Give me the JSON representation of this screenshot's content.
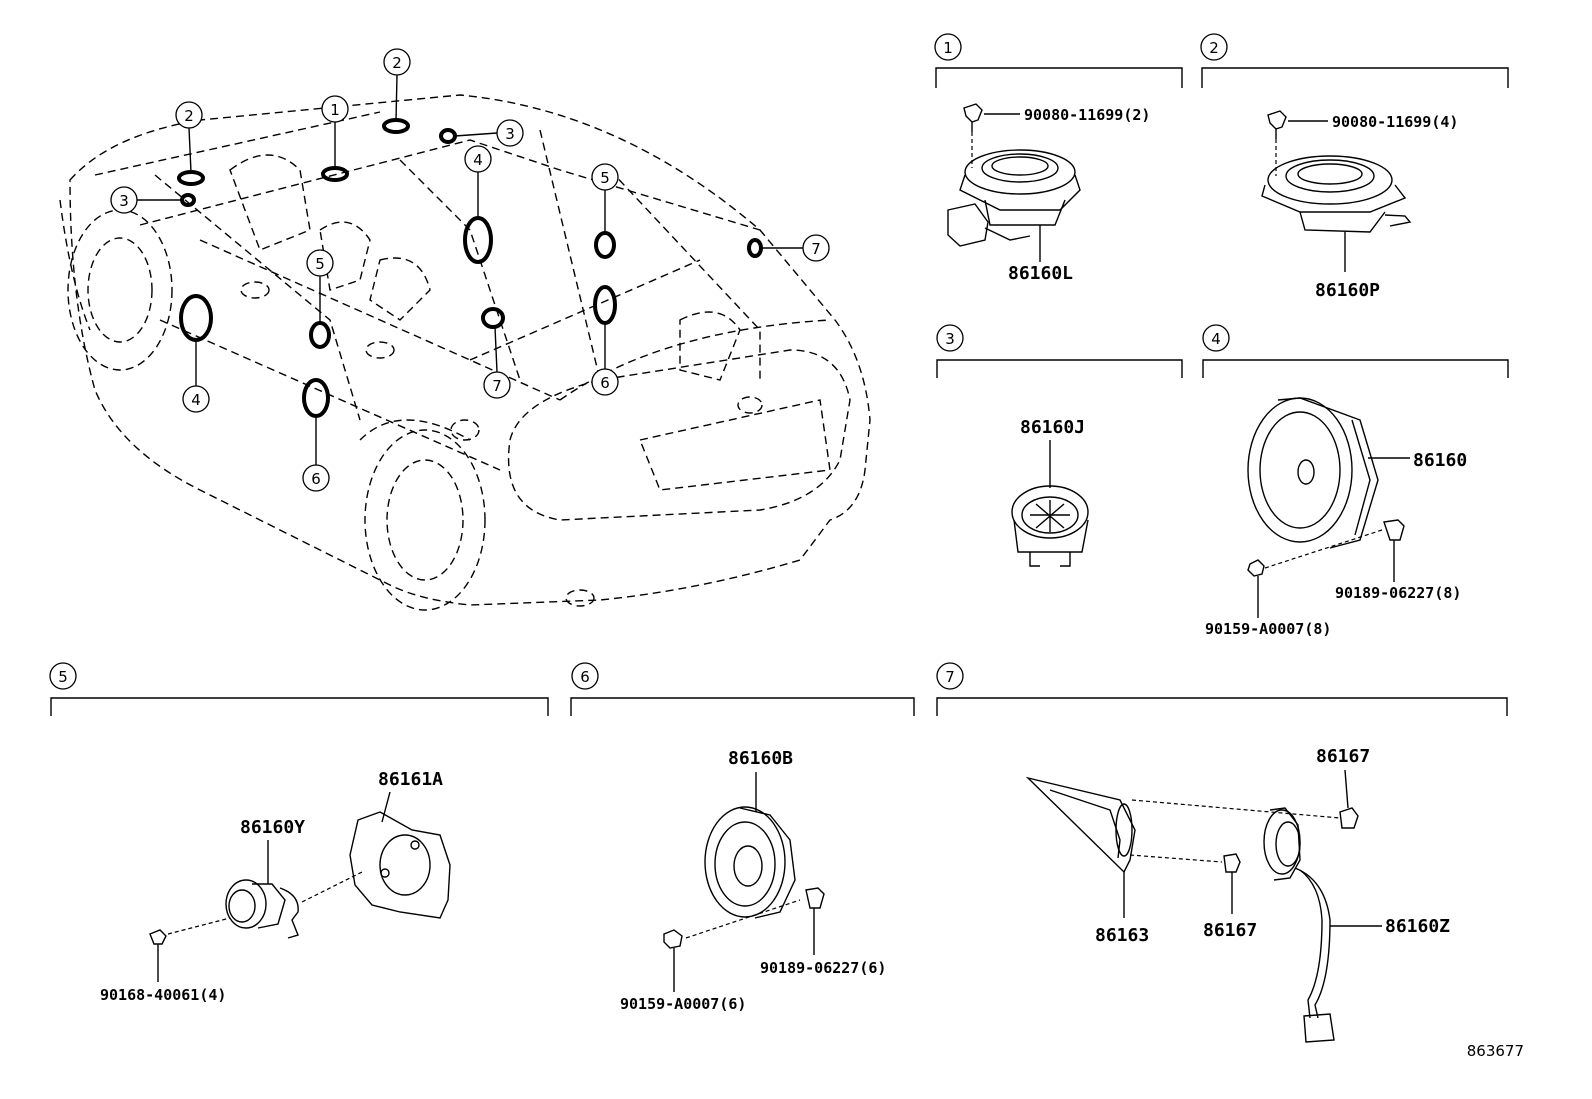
{
  "callouts": [
    "1",
    "2",
    "3",
    "4",
    "5",
    "6",
    "7"
  ],
  "groups": {
    "g1": {
      "num": "1",
      "parts": {
        "bolt": "90080-11699(2)",
        "speaker": "86160L"
      }
    },
    "g2": {
      "num": "2",
      "parts": {
        "bolt": "90080-11699(4)",
        "speaker": "86160P"
      }
    },
    "g3": {
      "num": "3",
      "parts": {
        "speaker": "86160J"
      }
    },
    "g4": {
      "num": "4",
      "parts": {
        "speaker": "86160",
        "clip": "90189-06227(8)",
        "screw": "90159-A0007(8)"
      }
    },
    "g5": {
      "num": "5",
      "parts": {
        "bracket": "86161A",
        "speaker": "86160Y",
        "screw": "90168-40061(4)"
      }
    },
    "g6": {
      "num": "6",
      "parts": {
        "speaker": "86160B",
        "clip": "90189-06227(6)",
        "screw": "90159-A0007(6)"
      }
    },
    "g7": {
      "num": "7",
      "parts": {
        "bolt_top": "86167",
        "cover": "86163",
        "bolt_mid": "86167",
        "speaker": "86160Z"
      }
    }
  },
  "reference_number": "863677"
}
